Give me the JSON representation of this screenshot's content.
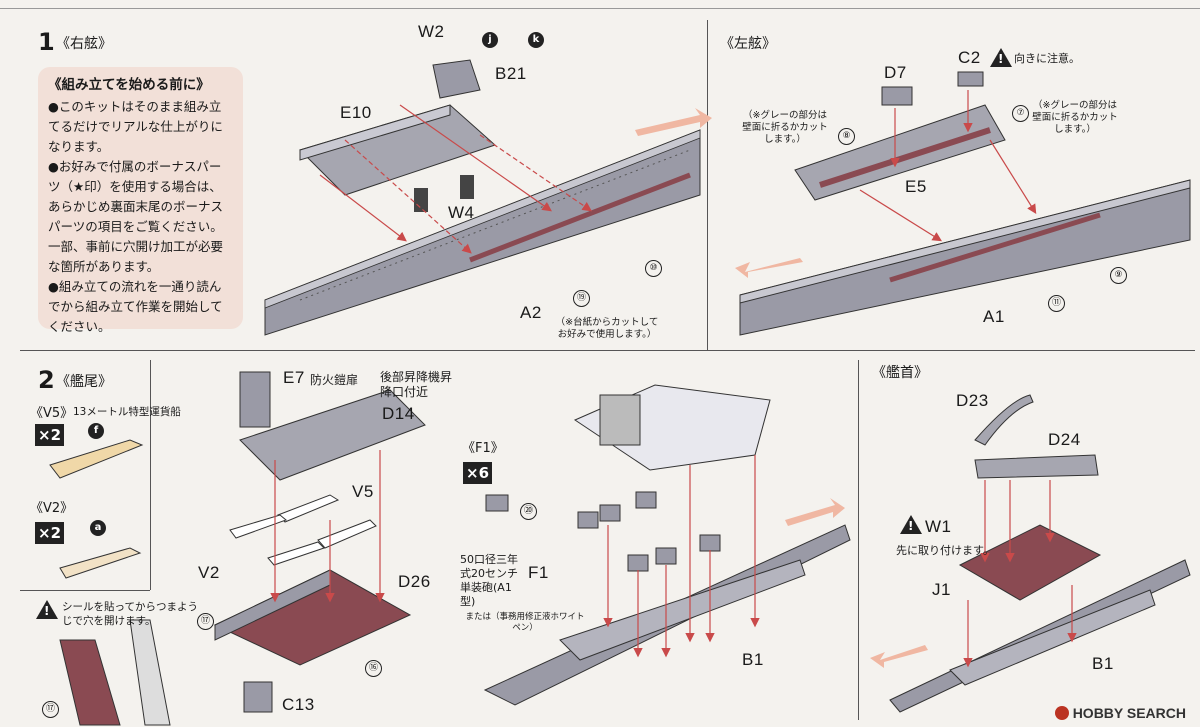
{
  "step1": {
    "number": "1",
    "title": "《右舷》",
    "right_title": "《左舷》",
    "note": {
      "heading": "《組み立てを始める前に》",
      "items": [
        "●このキットはそのまま組み立てるだけでリアルな仕上がりになります。",
        "●お好みで付属のボーナスパーツ（★印）を使用する場合は、あらかじめ裏面末尾のボーナスパーツの項目をご覧ください。",
        "一部、事前に穴開け加工が必要な箇所があります。",
        "●組み立ての流れを一通り読んでから組み立て作業を開始してください。"
      ]
    },
    "labels": {
      "W2": "W2",
      "B21": "B21",
      "E10": "E10",
      "W4": "W4",
      "A2": "A2",
      "n10": "⑩",
      "n19": "⑲",
      "j": "j",
      "k": "k",
      "a2_note": "（※台紙からカットしてお好みで使用します。）",
      "D7": "D7",
      "C2": "C2",
      "C2_note": "向きに注意。",
      "E5": "E5",
      "A1": "A1",
      "n7": "⑦",
      "n8": "⑧",
      "n9": "⑨",
      "n11": "⑪",
      "grey_note_left": "（※グレーの部分は壁面に折るかカットします。）",
      "grey_note_right": "（※グレーの部分は壁面に折るかカットします。）"
    }
  },
  "step2": {
    "number": "2",
    "title": "《艦尾》",
    "bow_title": "《艦首》",
    "v5_title": "《V5》",
    "v5_desc": "13メートル特型運貨船",
    "v5_count": "×2",
    "v2_title": "《V2》",
    "v2_count": "×2",
    "seal_note": "シールを貼ってからつまようじで穴を開けます。",
    "labels": {
      "E7": "E7",
      "E7_desc": "防火鎧扉",
      "D14": "D14",
      "lift_note": "後部昇降機昇降口付近",
      "V5": "V5",
      "V2": "V2",
      "D26": "D26",
      "C13": "C13",
      "n16": "⑯",
      "n17": "⑰",
      "f": "f",
      "a": "a",
      "F1_title": "《F1》",
      "F1_count": "×6",
      "n20": "⑳",
      "gun_desc": "50口径三年式20センチ単装砲(A1型)",
      "F1": "F1",
      "pen_note": "または（事務用修正液ホワイトペン）",
      "B1": "B1",
      "D23": "D23",
      "D24": "D24",
      "W1": "W1",
      "W1_note": "先に取り付けます。",
      "J1": "J1",
      "B1b": "B1"
    }
  },
  "watermark": "HOBBY SEARCH",
  "colors": {
    "grey_part": "#9a9aa6",
    "maroon_part": "#8a4a52",
    "note_bg": "#f2e0d8",
    "arrow": "#c94a4a"
  }
}
